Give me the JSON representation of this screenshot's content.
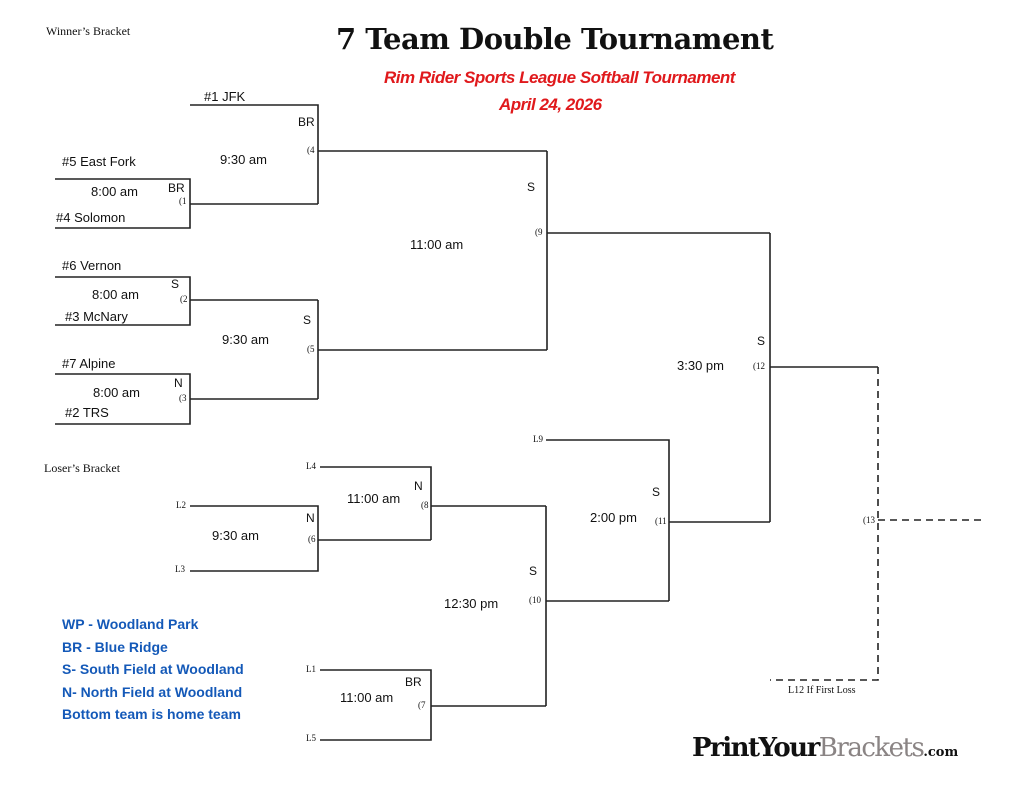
{
  "header": {
    "title": "7 Team Double Tournament",
    "subtitle": "Rim Rider Sports League Softball Tournament",
    "date": "April 24, 2026",
    "winners_label": "Winner’s Bracket",
    "losers_label": "Loser’s Bracket"
  },
  "teams": [
    "#1 JFK",
    "#5 East Fork",
    "#4 Solomon",
    "#6 Vernon",
    "#3 McNary",
    "#7 Alpine",
    "#2 TRS"
  ],
  "games": {
    "g1": {
      "num": "(1",
      "time": "8:00 am",
      "field": "BR"
    },
    "g2": {
      "num": "(2",
      "time": "8:00 am",
      "field": "S"
    },
    "g3": {
      "num": "(3",
      "time": "8:00 am",
      "field": "N"
    },
    "g4": {
      "num": "(4",
      "time": "9:30 am",
      "field": "BR"
    },
    "g5": {
      "num": "(5",
      "time": "9:30 am",
      "field": "S"
    },
    "g6": {
      "num": "(6",
      "time": "9:30 am",
      "field": "N"
    },
    "g7": {
      "num": "(7",
      "time": "11:00 am",
      "field": "BR"
    },
    "g8": {
      "num": "(8",
      "time": "11:00 am",
      "field": "N"
    },
    "g9": {
      "num": "(9",
      "time": "11:00 am",
      "field": "S"
    },
    "g10": {
      "num": "(10",
      "time": "12:30 pm",
      "field": "S"
    },
    "g11": {
      "num": "(11",
      "time": "2:00 pm",
      "field": "S"
    },
    "g12": {
      "num": "(12",
      "time": "3:30 pm",
      "field": "S"
    },
    "g13": {
      "num": "(13"
    }
  },
  "loser_slots": {
    "L1": "L1",
    "L2": "L2",
    "L3": "L3",
    "L4": "L4",
    "L5": "L5",
    "L9": "L9",
    "L12": "L12 If First Loss"
  },
  "legend": [
    "WP - Woodland Park",
    "BR - Blue Ridge",
    "S- South Field at Woodland",
    "N- North Field at Woodland",
    "Bottom team is home team"
  ],
  "logo": {
    "part1": "PrintYour",
    "part2": "Brackets",
    "part3": ".com"
  },
  "colors": {
    "subtitle": "#e0191c",
    "legend": "#1459b8",
    "logo_gray": "#8a8484"
  }
}
